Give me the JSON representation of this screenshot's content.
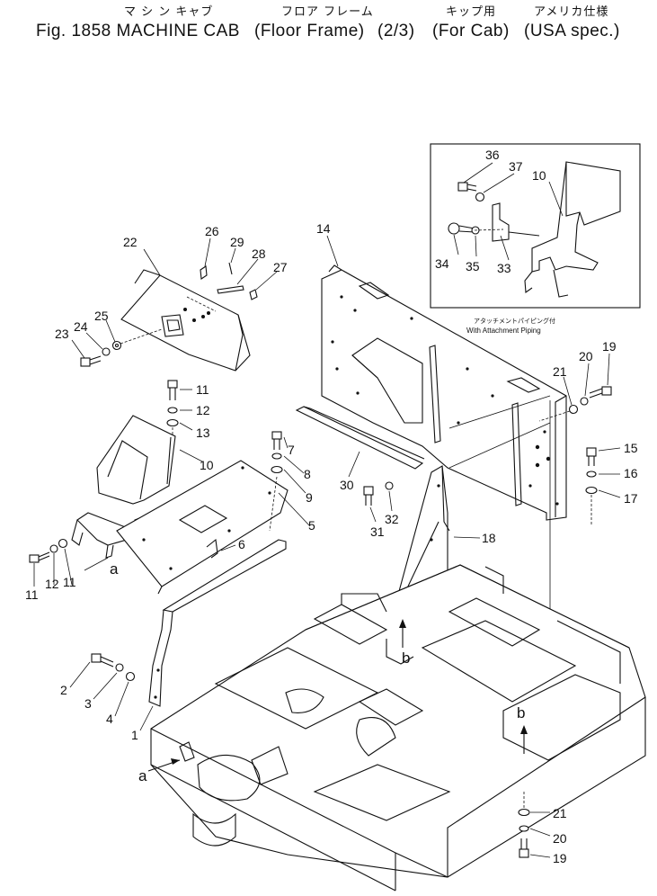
{
  "header": {
    "jp_machine_cab": "マ シ ン キャブ",
    "jp_floor_frame": "フロア フレーム",
    "jp_for_cab": "キップ用",
    "jp_usa_spec": "アメリカ仕様",
    "title_main": "Fig. 1858 MACHINE CAB",
    "title_floor_frame": "(Floor Frame)",
    "title_page": "(2/3)",
    "title_for_cab": "(For Cab)",
    "title_usa_spec": "(USA spec.)"
  },
  "inset": {
    "note_jp": "アタッチメントパイピング付",
    "note_en": "With Attachment Piping",
    "callouts": {
      "c36": "36",
      "c37": "37",
      "c10": "10",
      "c34": "34",
      "c35": "35",
      "c33": "33"
    }
  },
  "callouts": {
    "c22": "22",
    "c26": "26",
    "c29": "29",
    "c28": "28",
    "c27": "27",
    "c25": "25",
    "c24": "24",
    "c23": "23",
    "c14": "14",
    "c19a": "19",
    "c20a": "20",
    "c21a": "21",
    "c11a": "11",
    "c12a": "12",
    "c13": "13",
    "c10": "10",
    "c7": "7",
    "c8": "8",
    "c9": "9",
    "c5": "5",
    "c6": "6",
    "c30": "30",
    "c31": "31",
    "c32": "32",
    "c15": "15",
    "c16": "16",
    "c17": "17",
    "c18": "18",
    "c11b": "11",
    "c12b": "12",
    "c11c": "11",
    "c2": "2",
    "c3": "3",
    "c4": "4",
    "c1": "1",
    "c21b": "21",
    "c20b": "20",
    "c19b": "19"
  },
  "refs": {
    "a1": "a",
    "a2": "a",
    "b1": "b",
    "b2": "b"
  }
}
